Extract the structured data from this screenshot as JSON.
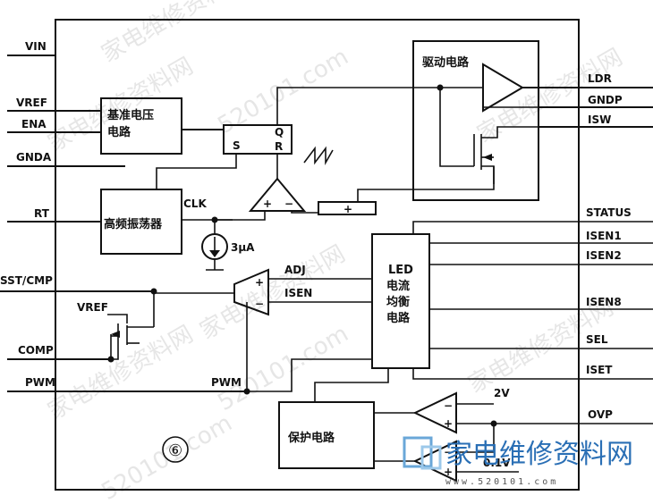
{
  "pins_left": {
    "vin": "VIN",
    "vref": "VREF",
    "ena": "ENA",
    "gnda": "GNDA",
    "rt": "RT",
    "sst_cmp": "SST/CMP",
    "comp": "COMP",
    "pwm": "PWM"
  },
  "pins_right": {
    "ldr": "LDR",
    "gndp": "GNDP",
    "isw": "ISW",
    "status": "STATUS",
    "isen1": "ISEN1",
    "isen2": "ISEN2",
    "isen8": "ISEN8",
    "sel": "SEL",
    "iset": "ISET",
    "ovp": "OVP"
  },
  "blocks": {
    "reference_line1": "基准电压",
    "reference_line2": "电路",
    "oscillator": "高频振荡器",
    "driver": "驱动电路",
    "led_line1": "LED",
    "led_line2": "电流",
    "led_line3": "均衡",
    "led_line4": "电路",
    "protection": "保护电路"
  },
  "labels": {
    "flipflop_s": "S",
    "flipflop_q": "Q",
    "flipflop_r": "R",
    "clk": "CLK",
    "current_source": "3μA",
    "adj": "ADJ",
    "isen": "ISEN",
    "vref_inner": "VREF",
    "pwm_inner": "PWM",
    "ref_2v": "2V",
    "ref_01v": "0.1V",
    "figure_number": "⑥",
    "plus": "+",
    "minus": "−"
  },
  "watermarks": {
    "site_cn": "家电维修资料网",
    "site_url": "520101.com",
    "logo_text": "家电维修资料网",
    "logo_url": "www.520101.com"
  },
  "colors": {
    "line": "#111111",
    "logo_blue": "#2a6fb5"
  }
}
